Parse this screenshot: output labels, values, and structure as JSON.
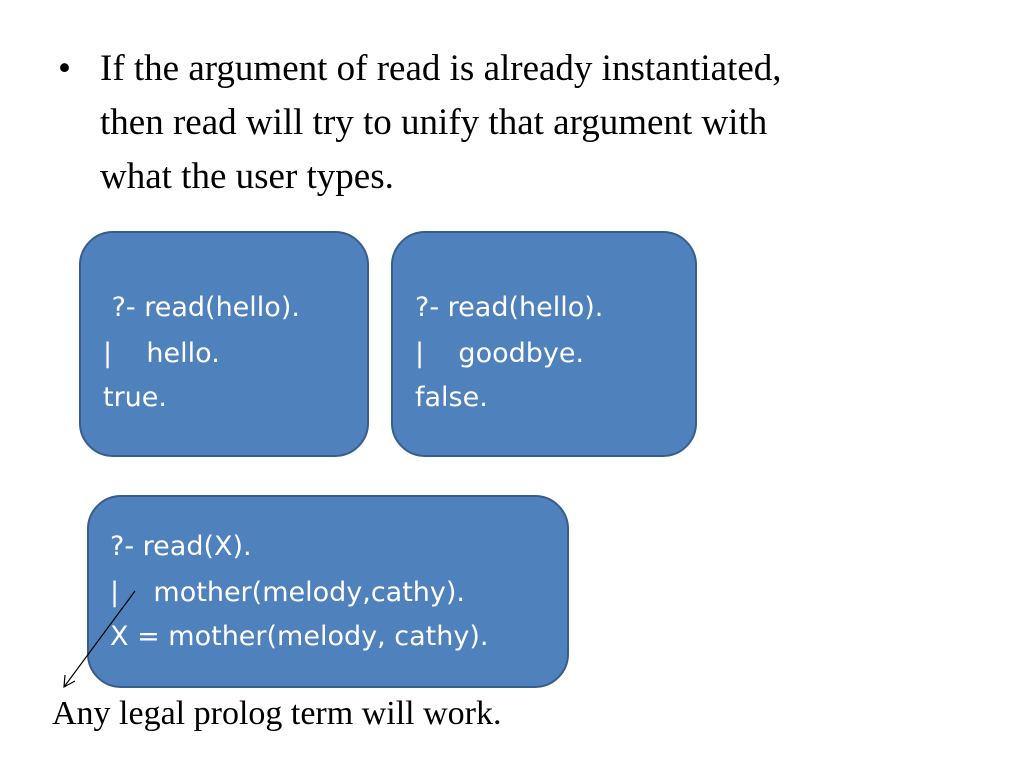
{
  "bullet": {
    "symbol": "•",
    "text": "If the argument of read is already instantiated,\nthen read will try to unify that argument with\nwhat the user types."
  },
  "boxes": [
    {
      "lines": [
        " ?- read(hello).",
        "|    hello.",
        "true."
      ]
    },
    {
      "lines": [
        "?- read(hello).",
        "|    goodbye.",
        "false."
      ]
    },
    {
      "lines": [
        "?- read(X).",
        "|    mother(melody,cathy).",
        "X = mother(melody, cathy)."
      ]
    }
  ],
  "caption": "Any legal prolog term will work."
}
